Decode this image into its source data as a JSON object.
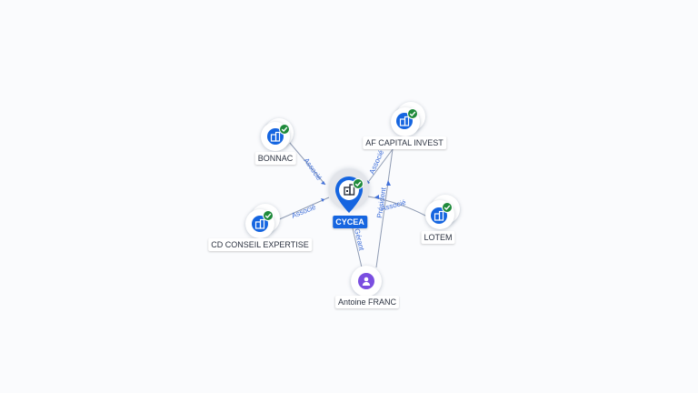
{
  "graph": {
    "center": {
      "name": "CYCEA",
      "icon": "building-icon",
      "verified": true
    },
    "nodes": [
      {
        "name": "BONNAC",
        "icon": "building-icon",
        "verified": true
      },
      {
        "name": "AF CAPITAL INVEST",
        "icon": "building-icon",
        "verified": true
      },
      {
        "name": "CD CONSEIL EXPERTISE",
        "icon": "building-icon",
        "verified": true
      },
      {
        "name": "LOTEM",
        "icon": "building-icon",
        "verified": true
      },
      {
        "name": "Antoine FRANC",
        "icon": "person-icon",
        "verified": false
      }
    ],
    "edges": [
      {
        "label": "Associé"
      },
      {
        "label": "Associé"
      },
      {
        "label": "Associé"
      },
      {
        "label": "Associé"
      },
      {
        "label": "Gérant"
      },
      {
        "label": "Président"
      }
    ],
    "colors": {
      "company": "#1565e0",
      "person": "#7a4ee0",
      "verified": "#1f8a3b",
      "edge_label": "#3f6fd9"
    }
  }
}
